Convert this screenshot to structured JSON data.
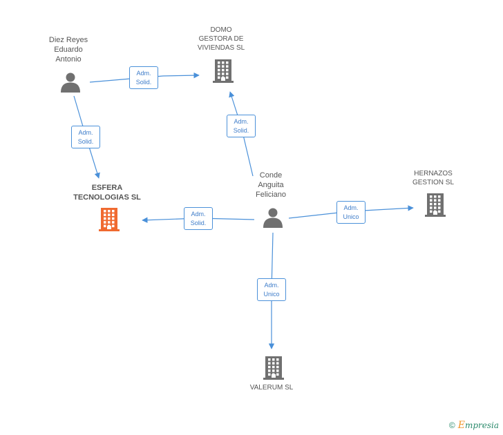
{
  "colors": {
    "edge": "#4a90d9",
    "person": "#707070",
    "company": "#707070",
    "focus": "#f06a30"
  },
  "nodes": {
    "diez": {
      "label": "Diez Reyes\nEduardo\nAntonio",
      "kind": "person"
    },
    "domo": {
      "label": "DOMO\nGESTORA DE\nVIVIENDAS SL",
      "kind": "company"
    },
    "esfera": {
      "label": "ESFERA\nTECNOLOGIAS SL",
      "kind": "focus"
    },
    "conde": {
      "label": "Conde\nAnguita\nFeliciano",
      "kind": "person"
    },
    "hernazos": {
      "label": "HERNAZOS\nGESTION SL",
      "kind": "company"
    },
    "valerum": {
      "label": "VALERUM SL",
      "kind": "company"
    }
  },
  "edges": [
    {
      "from": "diez",
      "to": "domo",
      "line1": "Adm.",
      "line2": "Solid."
    },
    {
      "from": "diez",
      "to": "esfera",
      "line1": "Adm.",
      "line2": "Solid."
    },
    {
      "from": "conde",
      "to": "domo",
      "line1": "Adm.",
      "line2": "Solid."
    },
    {
      "from": "conde",
      "to": "esfera",
      "line1": "Adm.",
      "line2": "Solid."
    },
    {
      "from": "conde",
      "to": "hernazos",
      "line1": "Adm.",
      "line2": "Unico"
    },
    {
      "from": "conde",
      "to": "valerum",
      "line1": "Adm.",
      "line2": "Unico"
    }
  ],
  "footer": {
    "copyright": "©",
    "brand_initial": "E",
    "brand_rest": "mpresia"
  }
}
